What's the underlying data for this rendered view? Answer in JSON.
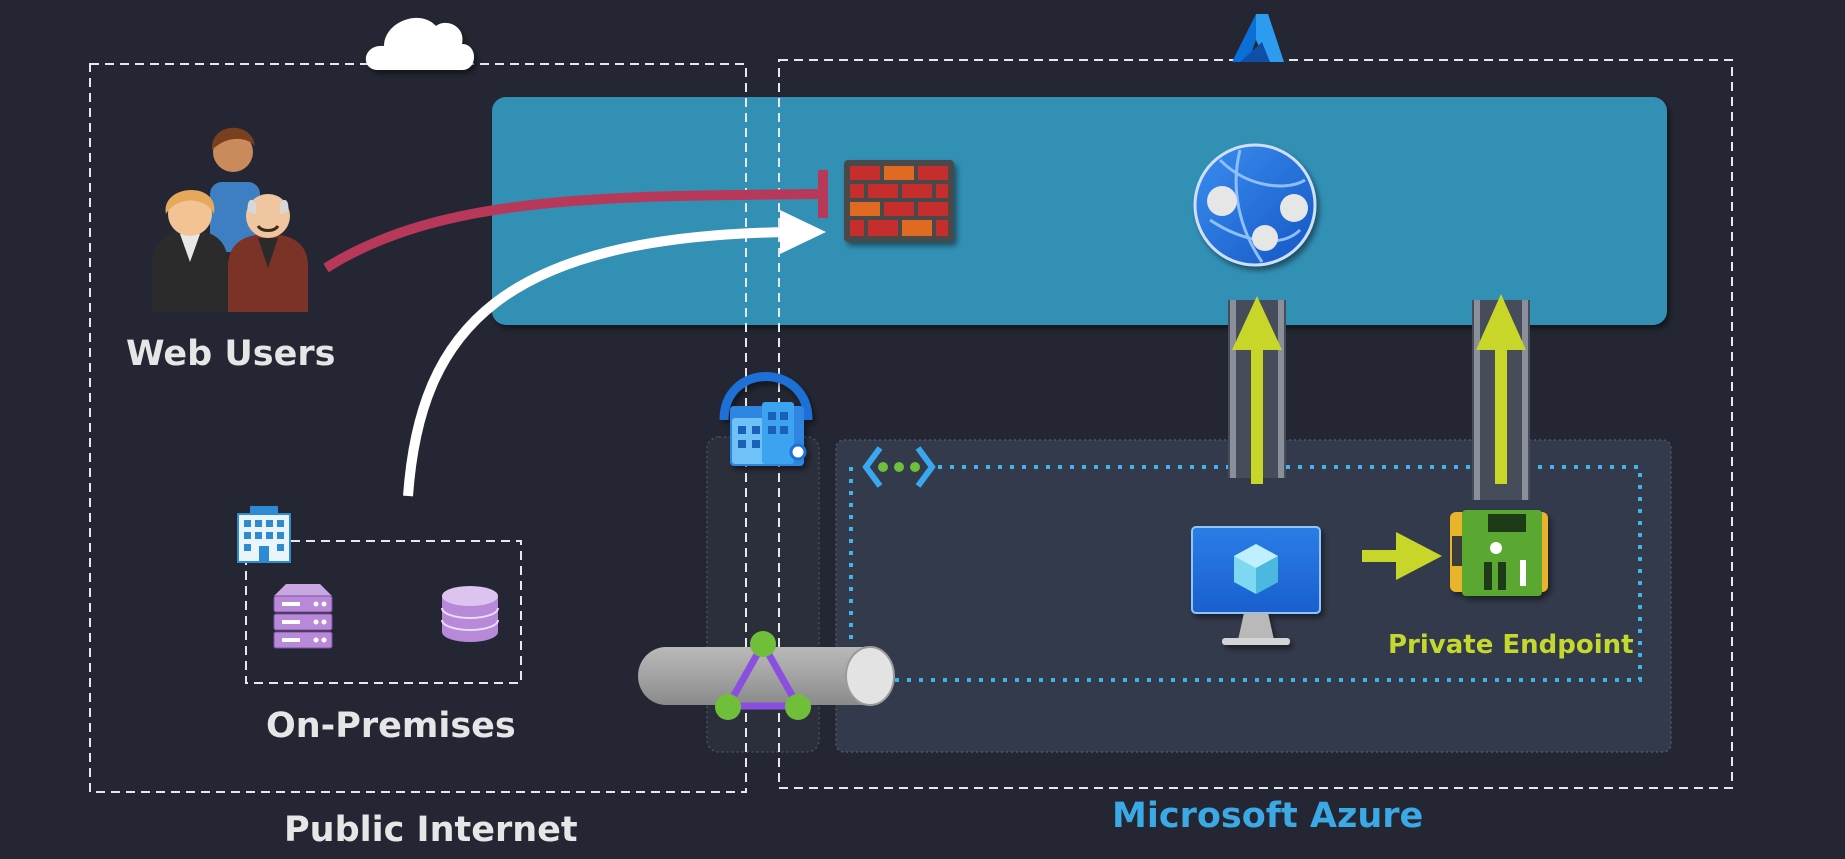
{
  "labels": {
    "web_users": "Web Users",
    "on_premises": "On-Premises",
    "public_internet": "Public Internet",
    "microsoft_azure": "Microsoft Azure",
    "private_endpoint": "Private Endpoint"
  },
  "colors": {
    "background": "#242733",
    "app_service_band": "#3390b5",
    "vnet_panel": "#333a4b",
    "dashed_border": "#e8e8e8",
    "blocked_arrow": "#b8385a",
    "allowed_arrow": "#ffffff",
    "green_arrow": "#c8d62a",
    "azure_label": "#3ba9e6",
    "endpoint_label": "#c5d92c",
    "vnet_dots": "#3fb4e8"
  },
  "icons": [
    "cloud-icon",
    "azure-logo-icon",
    "web-users-icon",
    "firewall-icon",
    "app-service-icon",
    "building-icon",
    "server-icon",
    "database-icon",
    "vpn-gateway-icon",
    "vnet-icon",
    "virtual-machine-icon",
    "private-endpoint-icon",
    "expressroute-icon"
  ]
}
